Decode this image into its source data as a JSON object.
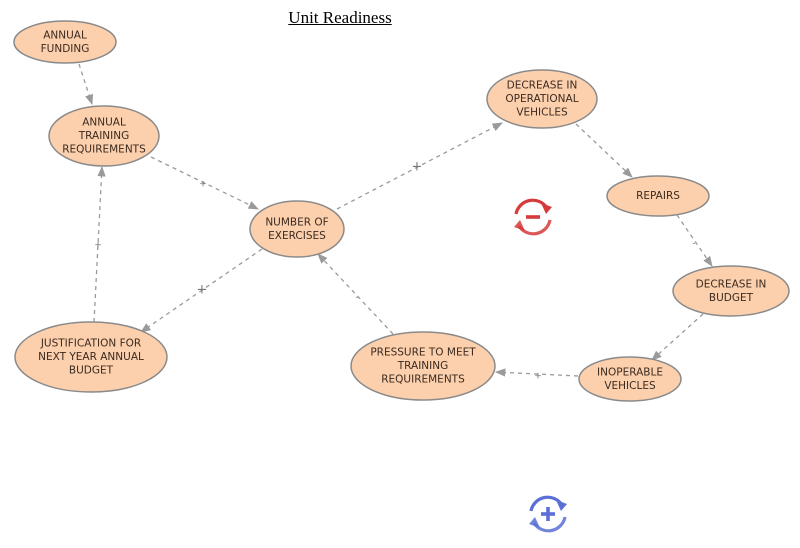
{
  "title": "Unit Readiness",
  "colors": {
    "node_fill": "#fdd0ad",
    "node_stroke": "#8a8a8a",
    "link": "#9a9a9a",
    "loop_negative": "#d63a3a",
    "loop_positive": "#5b6fd6"
  },
  "nodes": [
    {
      "id": "annual-funding",
      "lines": [
        "ANNUAL",
        "FUNDING"
      ]
    },
    {
      "id": "annual-training-requirements",
      "lines": [
        "ANNUAL",
        "TRAINING",
        "REQUIREMENTS"
      ]
    },
    {
      "id": "number-of-exercises",
      "lines": [
        "NUMBER OF",
        "EXERCISES"
      ]
    },
    {
      "id": "justification-for-next-year-annual-budget",
      "lines": [
        "JUSTIFICATION FOR",
        "NEXT YEAR ANNUAL",
        "BUDGET"
      ]
    },
    {
      "id": "decrease-in-operational-vehicles",
      "lines": [
        "DECREASE IN",
        "OPERATIONAL",
        "VEHICLES"
      ]
    },
    {
      "id": "repairs",
      "lines": [
        "REPAIRS"
      ]
    },
    {
      "id": "decrease-in-budget",
      "lines": [
        "DECREASE IN",
        "BUDGET"
      ]
    },
    {
      "id": "inoperable-vehicles",
      "lines": [
        "INOPERABLE",
        "VEHICLES"
      ]
    },
    {
      "id": "pressure-to-meet-training-requirements",
      "lines": [
        "PRESSURE TO MEET",
        "TRAINING",
        "REQUIREMENTS"
      ]
    }
  ],
  "links": [
    {
      "from": "annual-funding",
      "to": "annual-training-requirements",
      "sign": ""
    },
    {
      "from": "annual-training-requirements",
      "to": "number-of-exercises",
      "sign": "+"
    },
    {
      "from": "number-of-exercises",
      "to": "justification-for-next-year-annual-budget",
      "sign": "+"
    },
    {
      "from": "justification-for-next-year-annual-budget",
      "to": "annual-training-requirements",
      "sign": "+"
    },
    {
      "from": "number-of-exercises",
      "to": "decrease-in-operational-vehicles",
      "sign": "+"
    },
    {
      "from": "decrease-in-operational-vehicles",
      "to": "repairs",
      "sign": ""
    },
    {
      "from": "repairs",
      "to": "decrease-in-budget",
      "sign": "-"
    },
    {
      "from": "decrease-in-budget",
      "to": "inoperable-vehicles",
      "sign": ""
    },
    {
      "from": "inoperable-vehicles",
      "to": "pressure-to-meet-training-requirements",
      "sign": "+"
    },
    {
      "from": "pressure-to-meet-training-requirements",
      "to": "number-of-exercises",
      "sign": "-"
    }
  ],
  "loops": [
    {
      "id": "negative-loop",
      "polarity": "-"
    },
    {
      "id": "positive-loop",
      "polarity": "+"
    }
  ]
}
